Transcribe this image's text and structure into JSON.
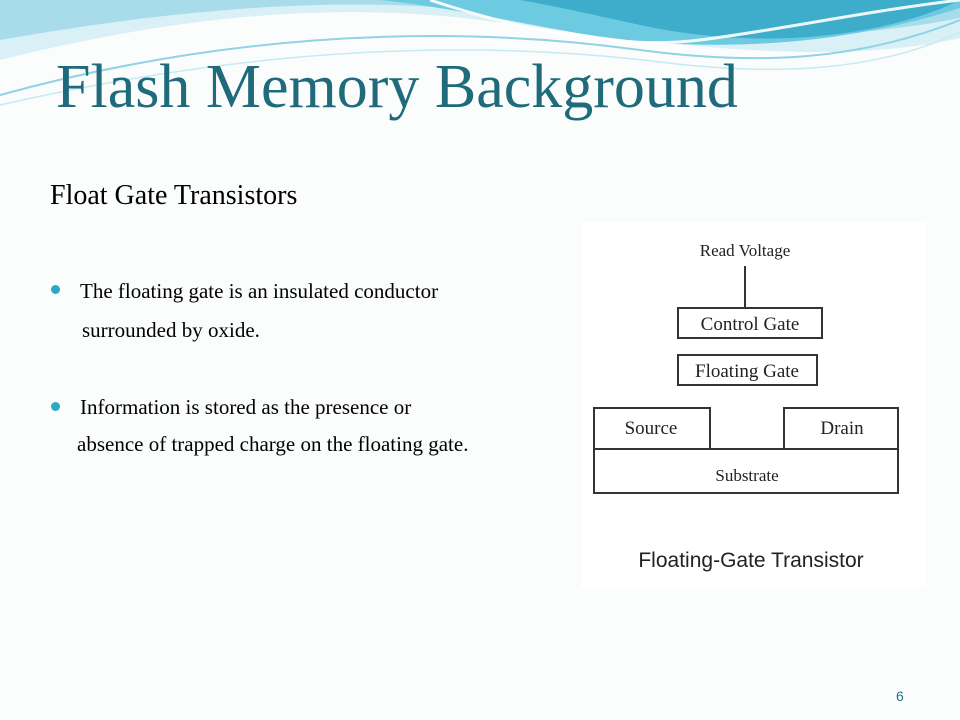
{
  "slide": {
    "title": "Flash Memory Background",
    "subtitle": "Float Gate Transistors",
    "bullets": [
      {
        "line1": "The floating gate is an insulated conductor",
        "line2": "surrounded by oxide."
      },
      {
        "line1": "Information is stored as the presence or",
        "line2": "absence of trapped charge on the floating gate."
      }
    ],
    "page_number": "6"
  },
  "diagram": {
    "read_voltage": "Read Voltage",
    "control_gate": "Control Gate",
    "floating_gate": "Floating Gate",
    "source": "Source",
    "drain": "Drain",
    "substrate": "Substrate",
    "caption": "Floating-Gate Transistor"
  },
  "colors": {
    "title": "#1f6b7c",
    "bullet": "#2aa8c4",
    "wave_light": "#bfe6f0",
    "wave_mid": "#5fc3dc",
    "wave_dark": "#1d8fb0"
  }
}
